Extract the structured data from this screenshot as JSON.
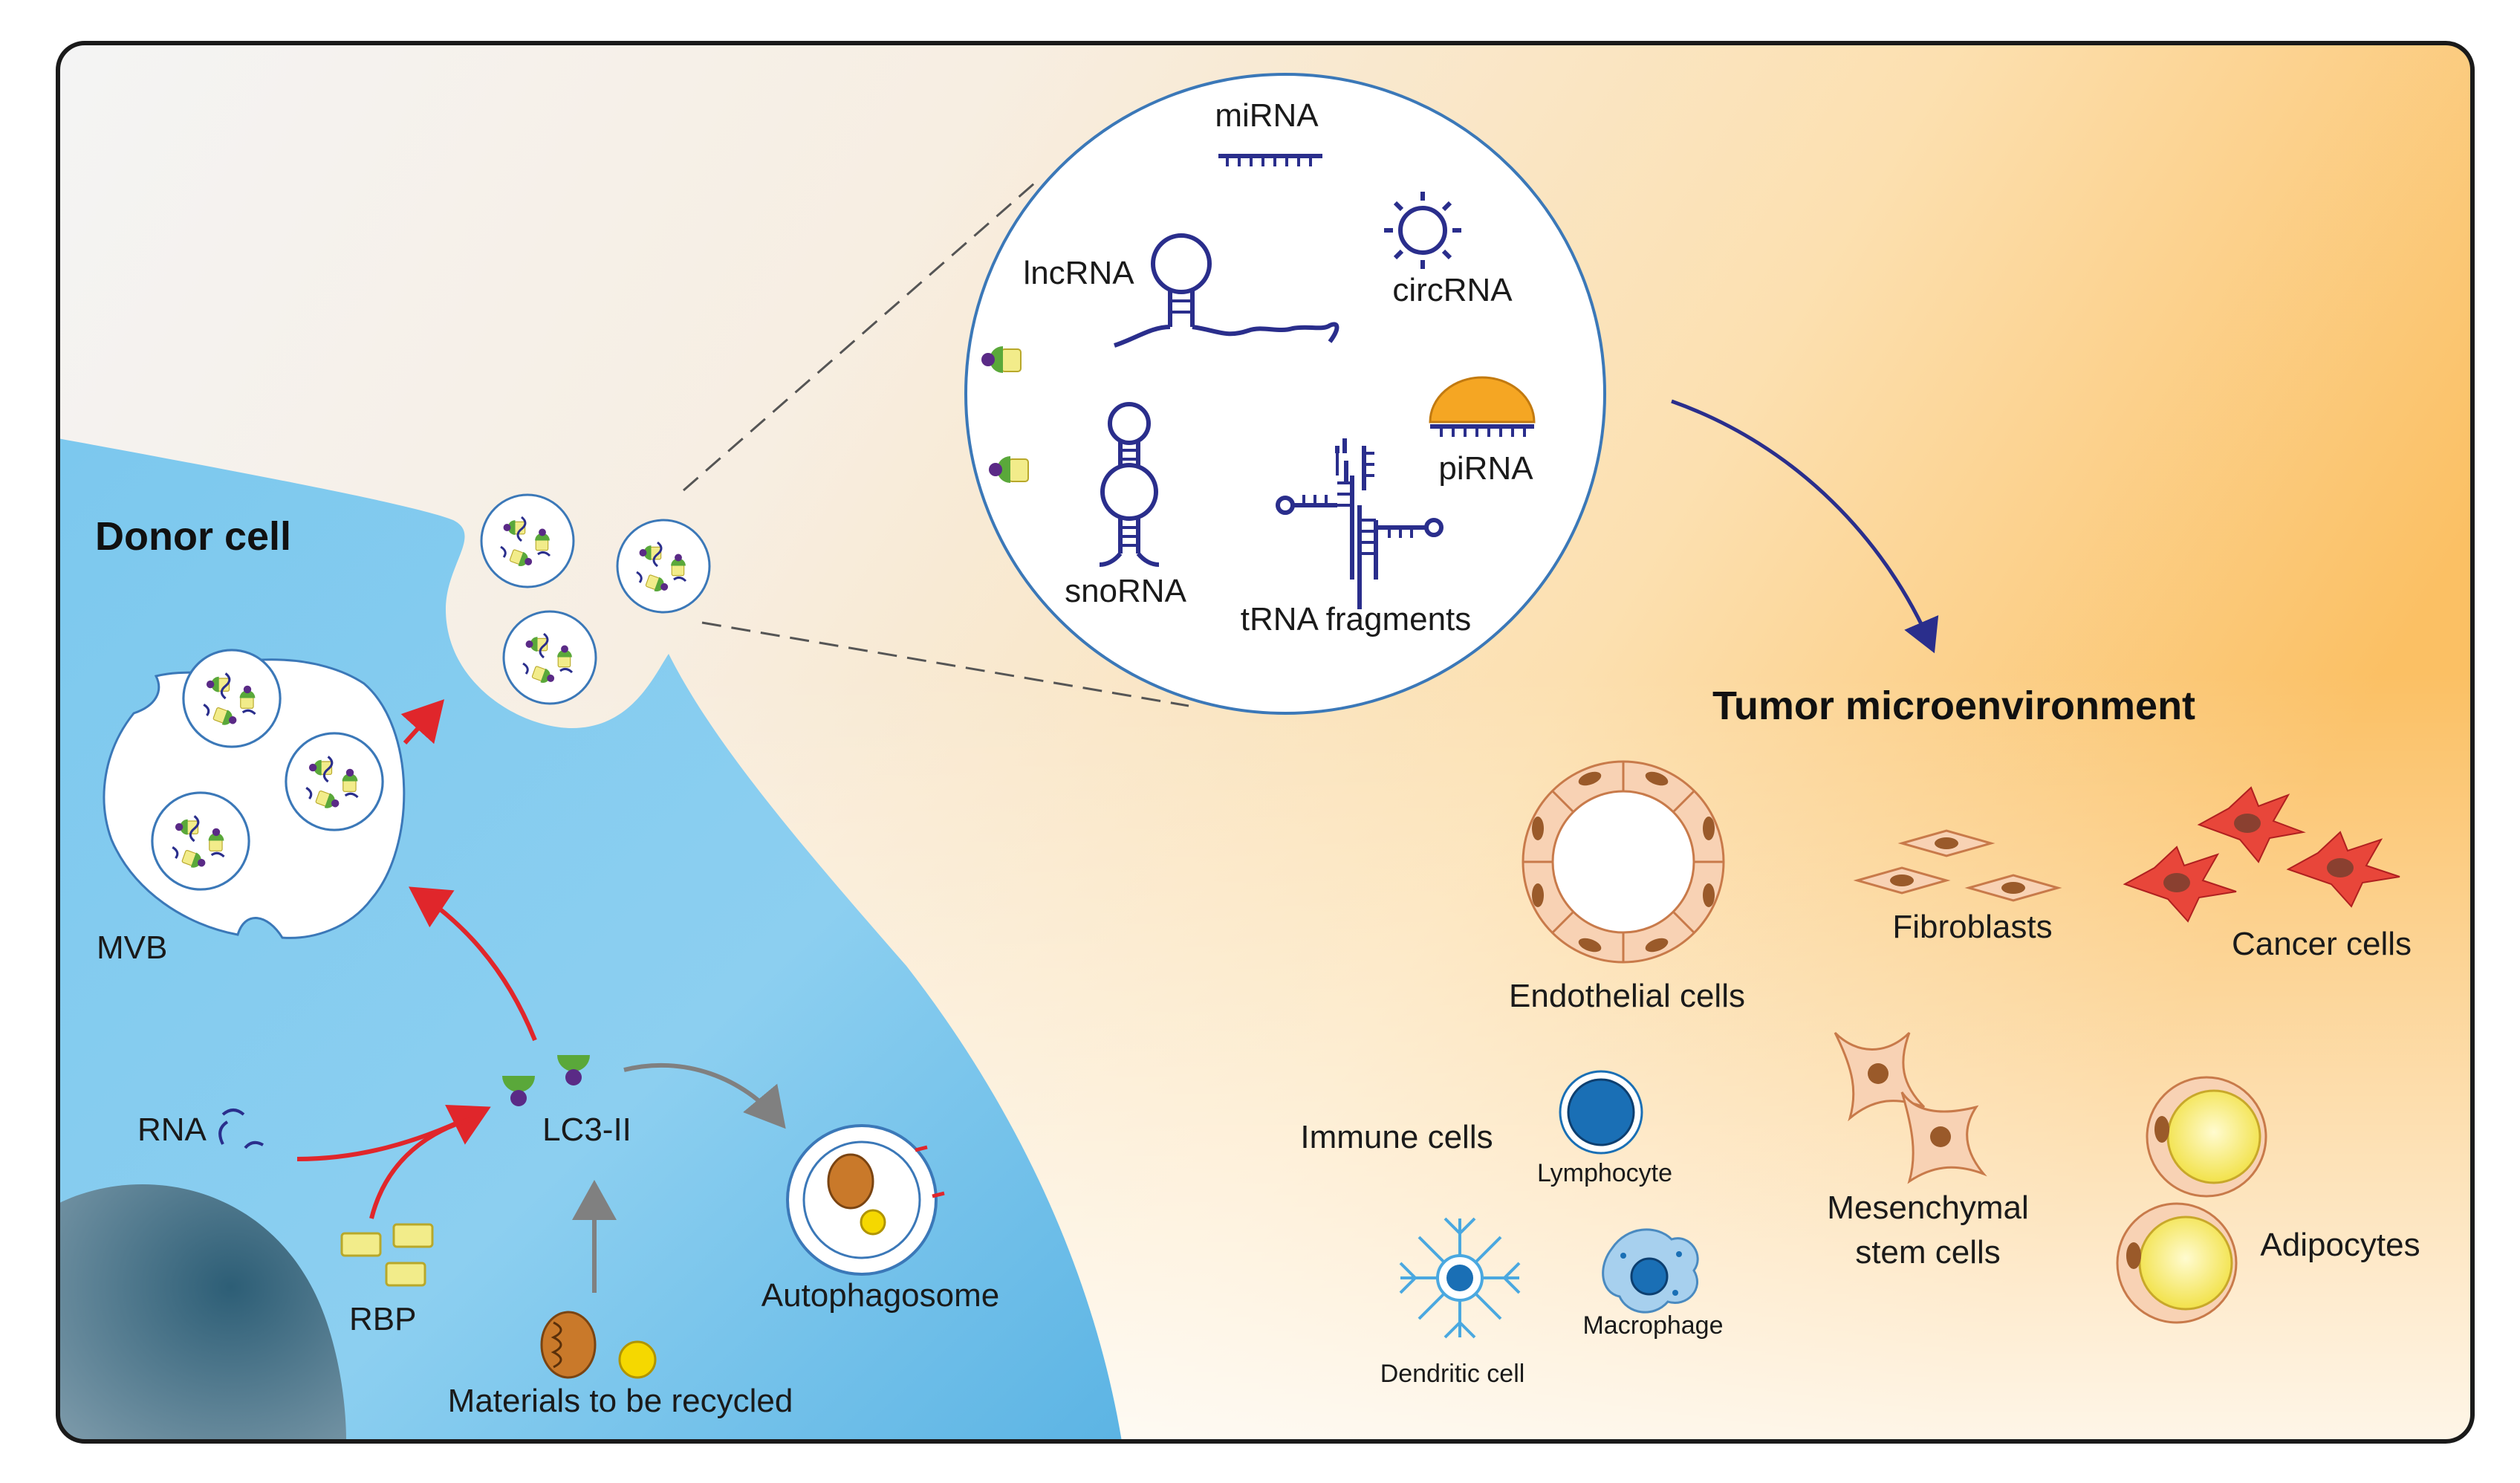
{
  "donor_cell": {
    "title": "Donor cell",
    "mvb": "MVB",
    "lc3": "LC3-II",
    "rna": "RNA",
    "rbp": "RBP",
    "autophagosome": "Autophagosome",
    "materials": "Materials to be recycled"
  },
  "rna_types": {
    "mirna": "miRNA",
    "lncrna": "lncRNA",
    "circrna": "circRNA",
    "pirna": "piRNA",
    "snorna": "snoRNA",
    "trna": "tRNA fragments"
  },
  "tme": {
    "title": "Tumor microenvironment",
    "endothelial": "Endothelial cells",
    "fibroblasts": "Fibroblasts",
    "cancer": "Cancer cells",
    "immune": "Immune cells",
    "lymphocyte": "Lymphocyte",
    "dendritic": "Dendritic cell",
    "macrophage": "Macrophage",
    "msc_line1": "Mesenchymal",
    "msc_line2": "stem cells",
    "adipocytes": "Adipocytes"
  },
  "colors": {
    "cell": "#5cb8e6",
    "rna_blue": "#2a2e8c",
    "arrow_red": "#e0262b",
    "arrow_gray": "#808080",
    "pirna_orange": "#f5a623",
    "background_warm": "#fbc064"
  }
}
